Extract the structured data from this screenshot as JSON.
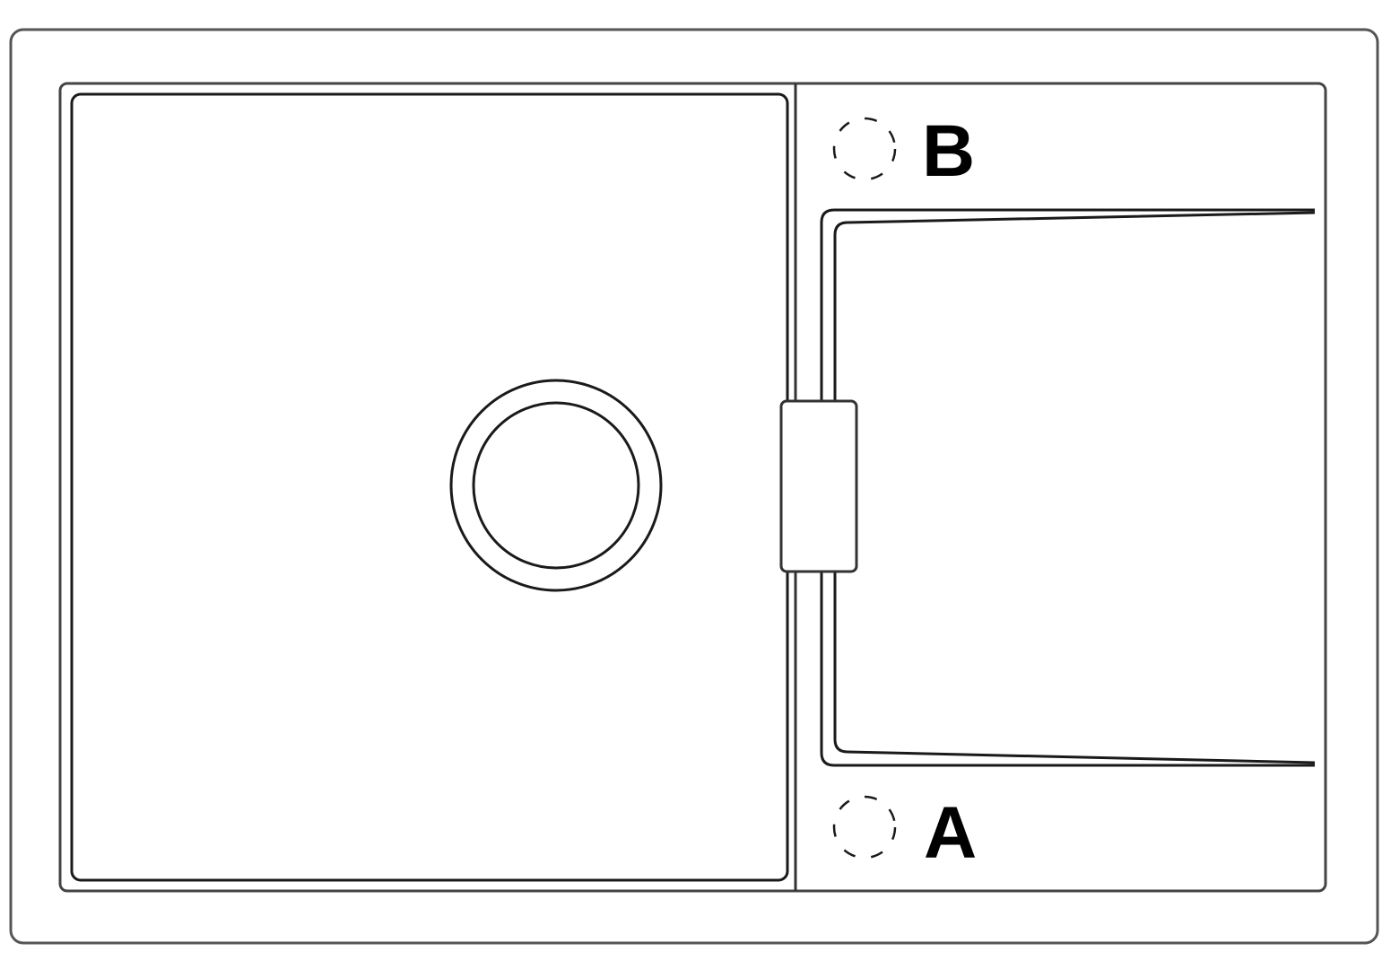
{
  "diagram": {
    "type": "sink-top-view",
    "labels": {
      "b": "B",
      "a": "A"
    },
    "parts": {
      "outer_frame": "sink outer rim",
      "inner_frame": "sink inner top",
      "bowl": "main basin",
      "drain": "drain hole",
      "overflow": "overflow slot",
      "drainer": "draining board",
      "tap_hole_b": "tap hole position B",
      "tap_hole_a": "tap hole position A"
    },
    "colors": {
      "stroke": "#1a1a1a",
      "background": "#ffffff"
    }
  }
}
